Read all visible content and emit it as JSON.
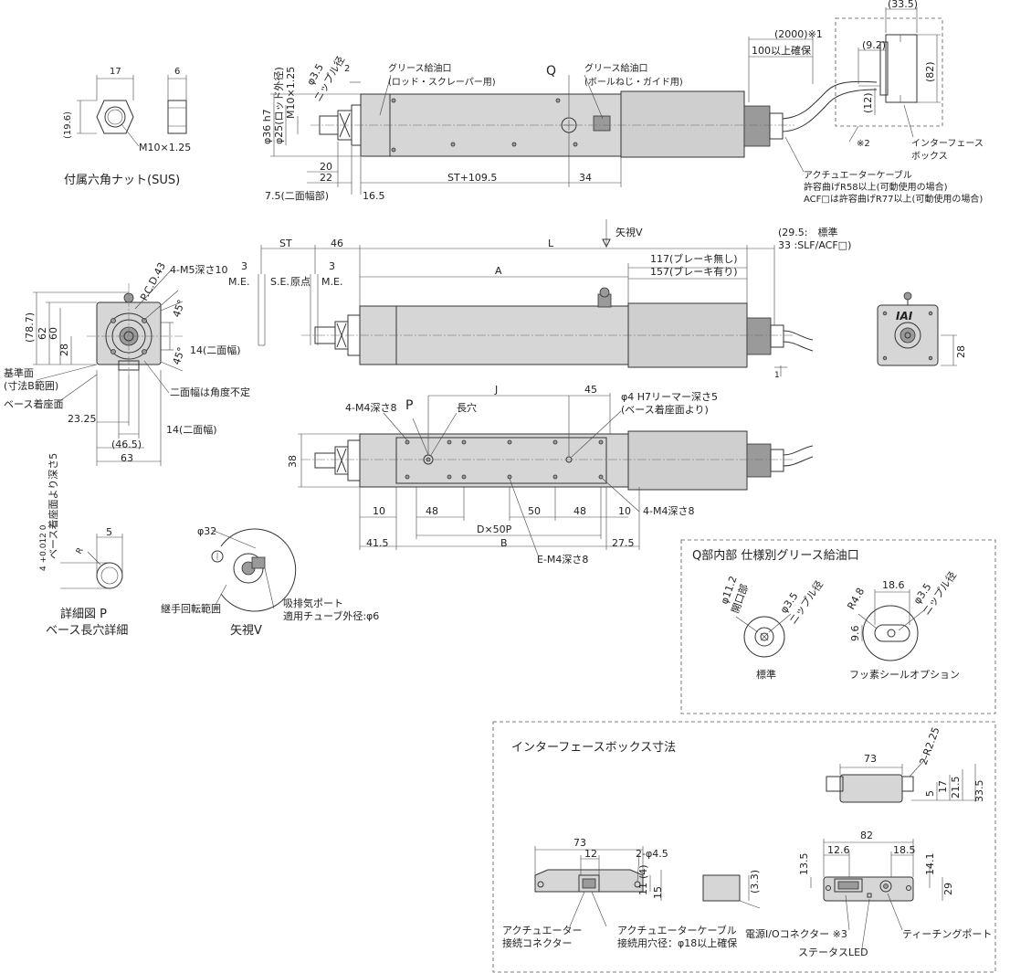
{
  "top": {
    "d36": "φ36 h7",
    "d25": "φ25(ロッド外径)",
    "m10": "M10×1.25",
    "d35": "φ3.5",
    "nipple": "ニップル径",
    "two": "2",
    "grease1": "グリース給油口",
    "grease1_sub": "(ロッド・スクレーパー用)",
    "q": "Q",
    "grease2": "グリース給油口",
    "grease2_sub": "(ボールねじ・ガイド用)",
    "d20": "20",
    "d22": "22",
    "d75": "7.5(二面幅部)",
    "d165": "16.5",
    "st1095": "ST+109.5",
    "d34": "34",
    "cable_len": "(2000)※1",
    "cable_min": "100以上確保",
    "ib_335": "(33.5)",
    "ib_92": "(9.2)",
    "ib_82": "(82)",
    "ib_12": "(12)",
    "note2": "※2",
    "ib_label1": "インターフェース",
    "ib_label2": "ボックス",
    "cable1": "アクチュエーターケーブル",
    "cable2": "許容曲げR58以上(可動使用の場合)",
    "cable3": "ACF□は許容曲げR77以上(可動使用の場合)"
  },
  "nut": {
    "w17": "17",
    "w6": "6",
    "h196": "(19.6)",
    "thread": "M10×1.25",
    "caption": "付属六角ナット(SUS)"
  },
  "mid": {
    "view_v": "矢視V",
    "st": "ST",
    "d46": "46",
    "L": "L",
    "std_note": "(29.5:　標準",
    "slf_note": "33 :SLF/ACF□)",
    "me1": "M.E.",
    "se": "S.E.",
    "origin": "原点",
    "me2": "M.E.",
    "three1": "3",
    "three2": "3",
    "A": "A",
    "d117": "117(ブレーキ無し)",
    "d157": "157(ブレーキ有り)",
    "one": "1",
    "iai": "IAI",
    "d28r": "28"
  },
  "front": {
    "m5": "4-M5深さ10",
    "pcd": "P.C.D.43",
    "d45a": "45°",
    "d45b": "45°",
    "d787": "(78.7)",
    "d62": "62",
    "d60": "60",
    "d28": "28",
    "flat14": "14(二面幅)",
    "ref_face": "基準面",
    "ref_sub": "(寸法B範囲)",
    "base_face": "ベース着座面",
    "flat_angle": "二面幅は角度不定",
    "d2325": "23.25",
    "flat14b": "14(二面幅)",
    "d465": "(46.5)",
    "d63": "63"
  },
  "bottom_view": {
    "m4a": "4-M4深さ8",
    "p": "P",
    "slot": "長穴",
    "J": "J",
    "d45": "45",
    "reamer": "φ4 H7リーマー深さ5",
    "reamer_sub": "(ベース着座面より)",
    "d38": "38",
    "d10a": "10",
    "d48a": "48",
    "d50": "50",
    "d48b": "48",
    "d10b": "10",
    "m4b": "4-M4深さ8",
    "dx50": "D×50P",
    "d415": "41.5",
    "B": "B",
    "d275": "27.5",
    "em4": "E-M4深さ8"
  },
  "detail_p": {
    "depth": "ベース着座面より深さ5",
    "tol": "4 +0.012 0",
    "five": "5",
    "r": "R",
    "caption1": "詳細図 P",
    "caption2": "ベース長穴詳細"
  },
  "view_v": {
    "d32": "φ32",
    "rot": "継手回転範囲",
    "port": "吸排気ポート",
    "tube": "適用チューブ外径:φ6",
    "caption": "矢視V"
  },
  "q_box": {
    "title": "Q部内部 仕様別グリース給油口",
    "d112": "φ11.2",
    "opening": "開口部",
    "d35a": "φ3.5",
    "nip_a": "ニップル径",
    "std": "標準",
    "d186": "18.6",
    "r48": "R4.8",
    "d35b": "φ3.5",
    "nip_b": "ニップル径",
    "d96": "9.6",
    "fluor": "フッ素シールオプション"
  },
  "if_box": {
    "title": "インターフェースボックス寸法",
    "t73": "73",
    "r225": "2-R2.25",
    "d5": "5",
    "d17": "17",
    "d215": "21.5",
    "d335": "33.5",
    "b73": "73",
    "b12": "12",
    "b45": "2-φ4.5",
    "b4": "(4)",
    "b11": "11",
    "b15": "15",
    "b33": "(3.3)",
    "act_con1": "アクチュエーター",
    "act_con2": "接続コネクター",
    "act_cab1": "アクチュエーターケーブル",
    "act_cab2": "接続用穴径：φ18以上確保",
    "r82": "82",
    "r126": "12.6",
    "r185": "18.5",
    "r135": "13.5",
    "r141": "14.1",
    "r29": "29",
    "power": "電源I/Oコネクター ※3",
    "teach": "ティーチングポート",
    "led": "ステータスLED"
  }
}
